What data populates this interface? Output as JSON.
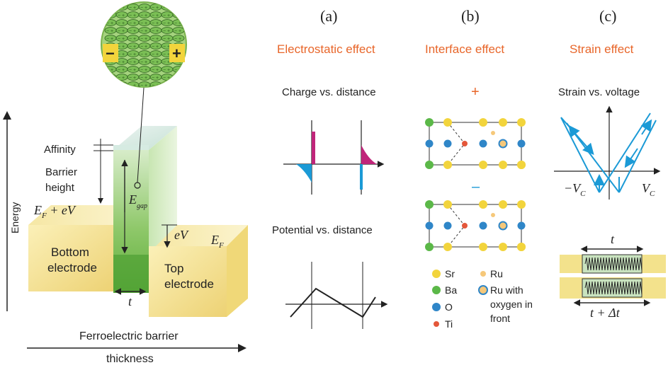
{
  "left": {
    "affinity": "Affinity",
    "barrier_line1": "Barrier",
    "barrier_line2": "height",
    "ef_plus_ev": "E",
    "ef_plus_ev_sub": "F",
    "ef_plus_ev_tail": " + eV",
    "egap": "E",
    "egap_sub": "gap",
    "ev": "eV",
    "ef": "E",
    "ef_sub": "F",
    "bottom_line1": "Bottom",
    "bottom_line2": "electrode",
    "top_line1": "Top",
    "top_line2": "electrode",
    "t": "t",
    "energy_axis": "Energy",
    "barrier_axis_line1": "Ferroelectric barrier",
    "barrier_axis_line2": "thickness",
    "minus": "−",
    "plus": "+"
  },
  "panels": {
    "a": {
      "letter": "(a)",
      "title": "Electrostatic effect",
      "sub1": "Charge vs. distance",
      "sub2": "Potential vs. distance"
    },
    "b": {
      "letter": "(b)",
      "title": "Interface effect",
      "plus": "+",
      "minus": "–",
      "legend": [
        {
          "label": "Sr",
          "color": "#f2d43c"
        },
        {
          "label": "Ba",
          "color": "#5bb848"
        },
        {
          "label": "O",
          "color": "#2f86c8"
        },
        {
          "label": "Ti",
          "color": "#e4573a"
        }
      ],
      "legend2": [
        {
          "label": "Ru",
          "color": "#f6c87a"
        },
        {
          "label": "Ru with",
          "color": "#f6c87a"
        }
      ],
      "legend2_extra1": "oxygen in",
      "legend2_extra2": "front"
    },
    "c": {
      "letter": "(c)",
      "title": "Strain effect",
      "sub1": "Strain vs. voltage",
      "neg_vc": "−V",
      "vc": "V",
      "vc_sub": "C",
      "t_top": "t",
      "t_bottom": "t + Δt"
    }
  },
  "colors": {
    "orange": "#e8662a",
    "yellow": "#f3dc82",
    "green": "#8cc466",
    "cyan": "#1b9ad6",
    "magenta": "#c0257a"
  }
}
